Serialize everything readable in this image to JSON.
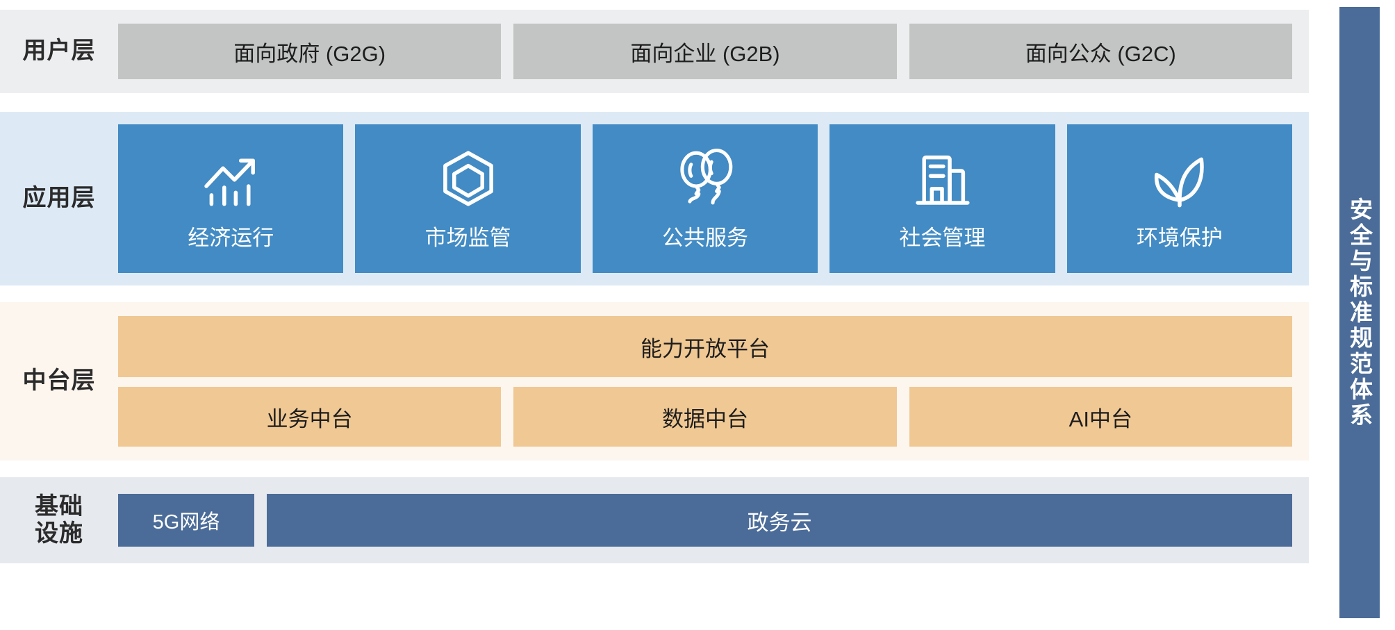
{
  "layers": [
    {
      "key": "user",
      "label": "用户层",
      "boxes": [
        "面向政府 (G2G)",
        "面向企业 (G2B)",
        "面向公众 (G2C)"
      ]
    },
    {
      "key": "application",
      "label": "应用层",
      "cards": [
        {
          "label": "经济运行",
          "icon": "trending-up-chart-icon"
        },
        {
          "label": "市场监管",
          "icon": "hexagon-cube-icon"
        },
        {
          "label": "公共服务",
          "icon": "balloons-icon"
        },
        {
          "label": "社会管理",
          "icon": "office-building-icon"
        },
        {
          "label": "环境保护",
          "icon": "leaf-sprout-icon"
        }
      ]
    },
    {
      "key": "middle_platform",
      "label": "中台层",
      "wide_box": "能力开放平台",
      "boxes": [
        "业务中台",
        "数据中台",
        "AI中台"
      ]
    },
    {
      "key": "infrastructure",
      "label": "基础\n设施",
      "boxes": [
        "5G网络",
        "政务云"
      ]
    }
  ],
  "side_bar": {
    "text": "安全与标准规范体系"
  },
  "colors": {
    "user_band": "#edeef0",
    "user_box": "#c3c4c4",
    "app_band": "#ddeaf5",
    "app_card": "#428bc4",
    "mid_band": "#fdf6ee",
    "mid_box": "#f0c894",
    "infra_band": "#e6e9ee",
    "infra_box": "#4b6c98",
    "side_bar": "#4b6c98"
  }
}
